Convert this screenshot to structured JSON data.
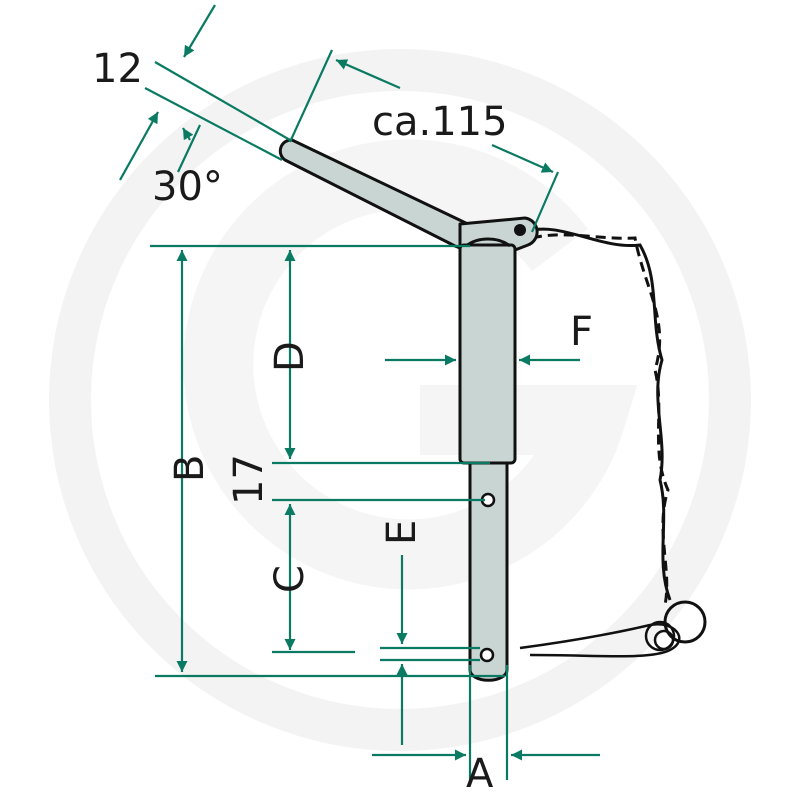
{
  "labels": {
    "thickness": "12",
    "length": "ca.115",
    "angle": "30°",
    "d": "D",
    "f": "F",
    "b": "B",
    "offset": "17",
    "c": "C",
    "e": "E",
    "a": "A"
  },
  "colors": {
    "dimension": "#0a7a62",
    "pin": "#c9d5d3",
    "watermark": "#f1f1f1"
  }
}
